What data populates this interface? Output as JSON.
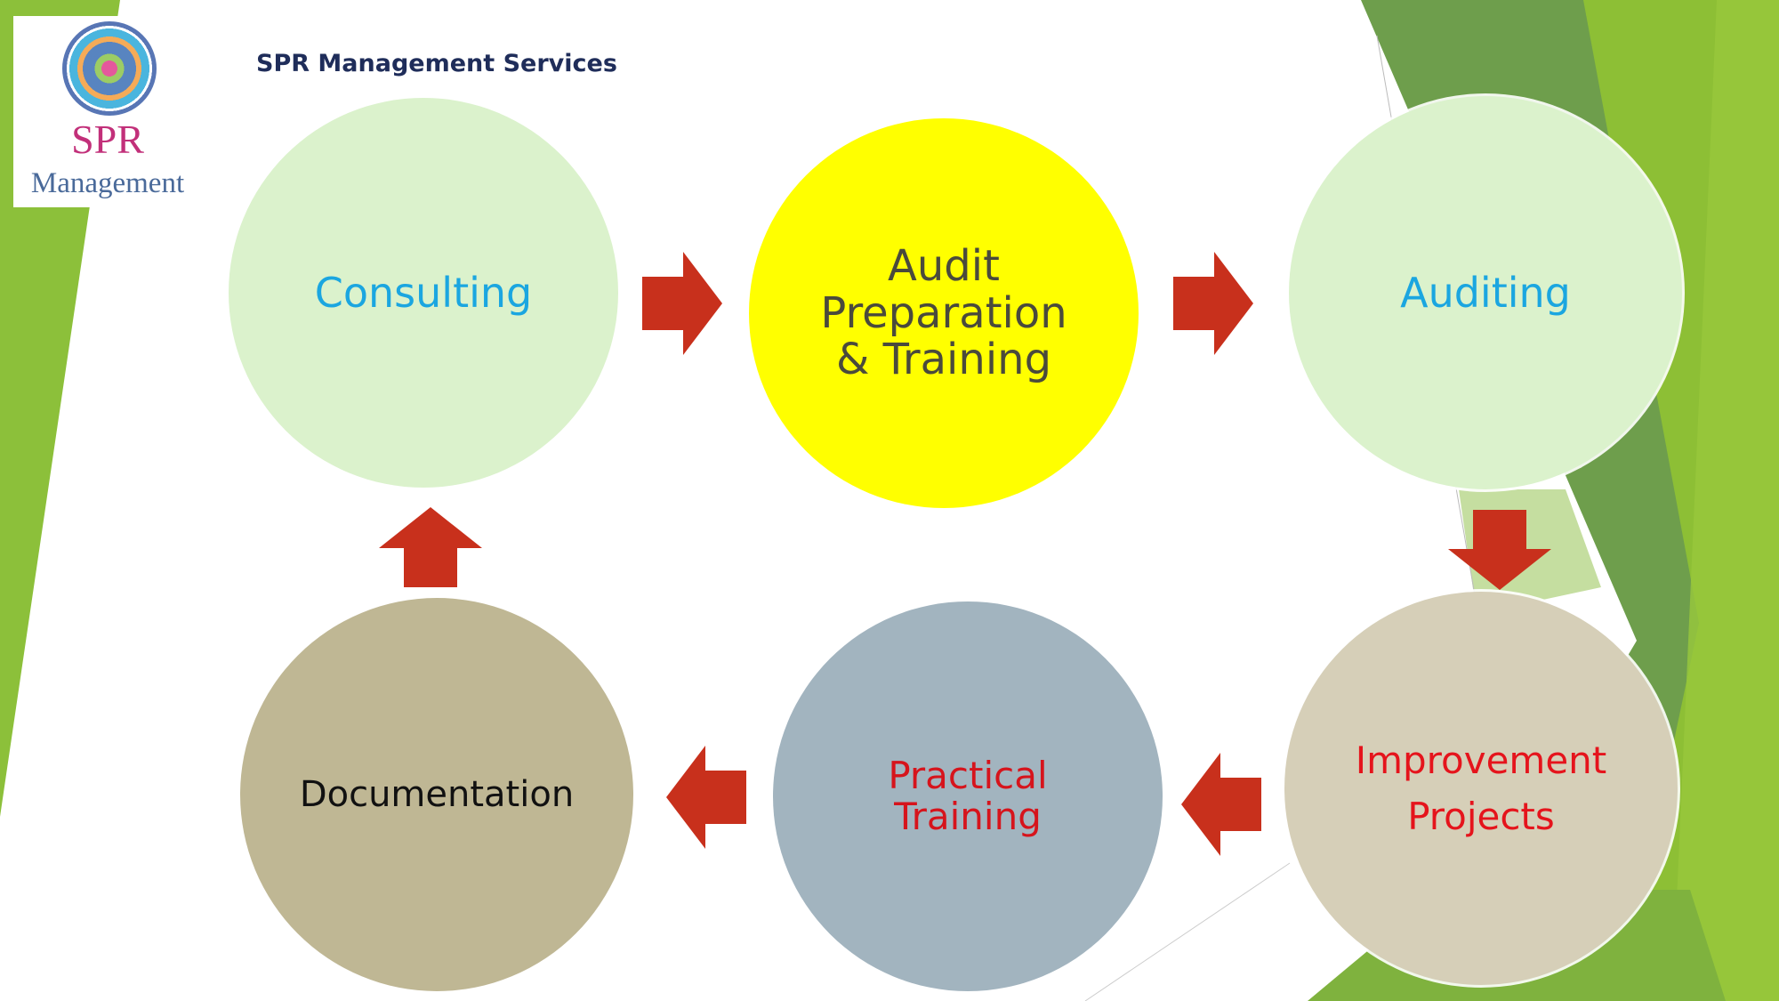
{
  "header": {
    "title": "SPR Management Services"
  },
  "logo": {
    "line1": "SPR",
    "line2": "Management"
  },
  "cycle": [
    {
      "id": "consulting",
      "label": "Consulting",
      "fill": "#dbf2cc",
      "text_color": "#1ba6e0"
    },
    {
      "id": "audit-prep",
      "label": "Audit Preparation & Training",
      "fill": "#ffff00",
      "text_color": "#4a4a3c"
    },
    {
      "id": "auditing",
      "label": "Auditing",
      "fill": "#dbf2cc",
      "text_color": "#1ba6e0"
    },
    {
      "id": "improvement",
      "label": "Improvement Projects",
      "fill": "#d6cfb8",
      "text_color": "#e5141c"
    },
    {
      "id": "practical-training",
      "label": "Practical Training",
      "fill": "#a2b4bf",
      "text_color": "#d6141c"
    },
    {
      "id": "documentation",
      "label": "Documentation",
      "fill": "#bfb794",
      "text_color": "#111111"
    }
  ],
  "colors": {
    "arrow": "#c8301c",
    "green_light": "#8cc03a",
    "green_dark": "#6a9a48"
  }
}
